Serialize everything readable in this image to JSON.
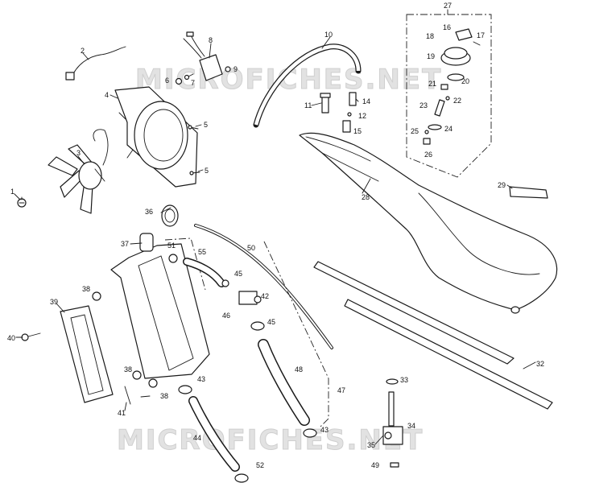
{
  "watermark": {
    "text": "MICROFICHES.NET"
  },
  "callouts": {
    "c1": "1",
    "c2": "2",
    "c3": "3",
    "c4": "4",
    "c5a": "5",
    "c5b": "5",
    "c6": "6",
    "c7": "7",
    "c8": "8",
    "c9": "9",
    "c10": "10",
    "c11": "11",
    "c12": "12",
    "c14": "14",
    "c15": "15",
    "c16": "16",
    "c17": "17",
    "c18": "18",
    "c19": "19",
    "c20": "20",
    "c21": "21",
    "c22": "22",
    "c23": "23",
    "c24": "24",
    "c25": "25",
    "c26": "26",
    "c27": "27",
    "c28": "28",
    "c29": "29",
    "c32": "32",
    "c33": "33",
    "c34": "34",
    "c35": "35",
    "c36": "36",
    "c37": "37",
    "c38a": "38",
    "c38b": "38",
    "c38c": "38",
    "c39": "39",
    "c40": "40",
    "c41": "41",
    "c42": "42",
    "c43a": "43",
    "c43b": "43",
    "c44": "44",
    "c45a": "45",
    "c45b": "45",
    "c46": "46",
    "c47": "47",
    "c48": "48",
    "c49": "49",
    "c50": "50",
    "c51": "51",
    "c52": "52",
    "c55": "55"
  }
}
